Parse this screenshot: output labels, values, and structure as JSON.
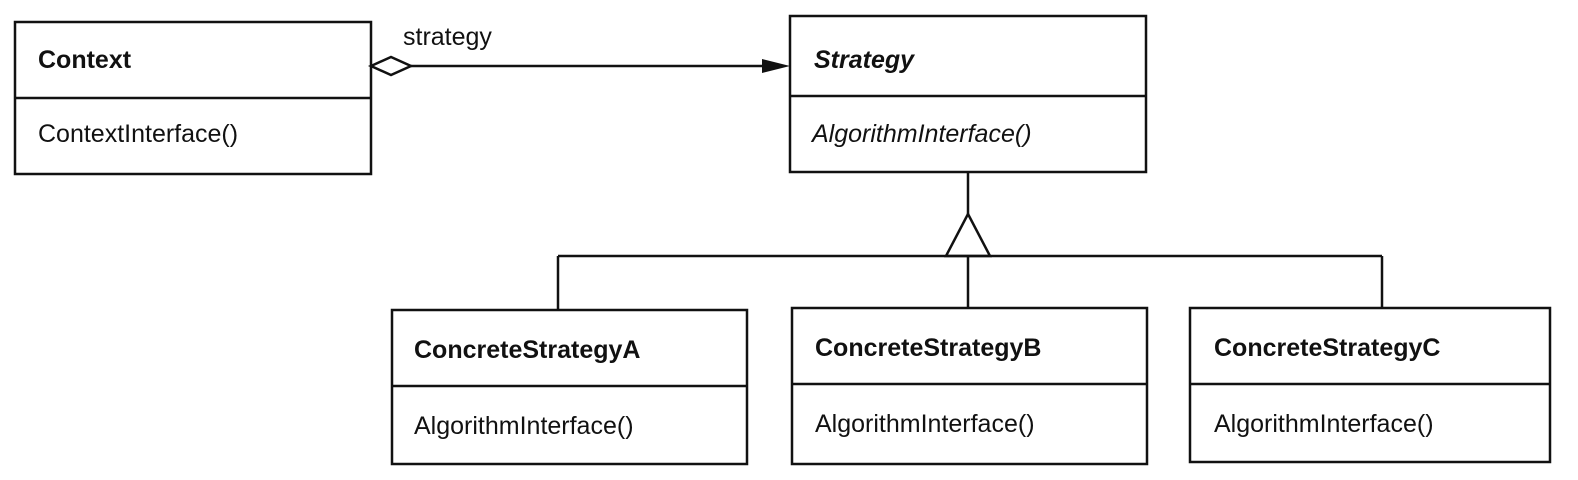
{
  "diagram": {
    "classes": {
      "context": {
        "name": "Context",
        "operation": "ContextInterface()"
      },
      "strategy": {
        "name": "Strategy",
        "operation": "AlgorithmInterface()"
      },
      "concrete_a": {
        "name": "ConcreteStrategyA",
        "operation": "AlgorithmInterface()"
      },
      "concrete_b": {
        "name": "ConcreteStrategyB",
        "operation": "AlgorithmInterface()"
      },
      "concrete_c": {
        "name": "ConcreteStrategyC",
        "operation": "AlgorithmInterface()"
      }
    },
    "association": {
      "role": "strategy"
    }
  }
}
